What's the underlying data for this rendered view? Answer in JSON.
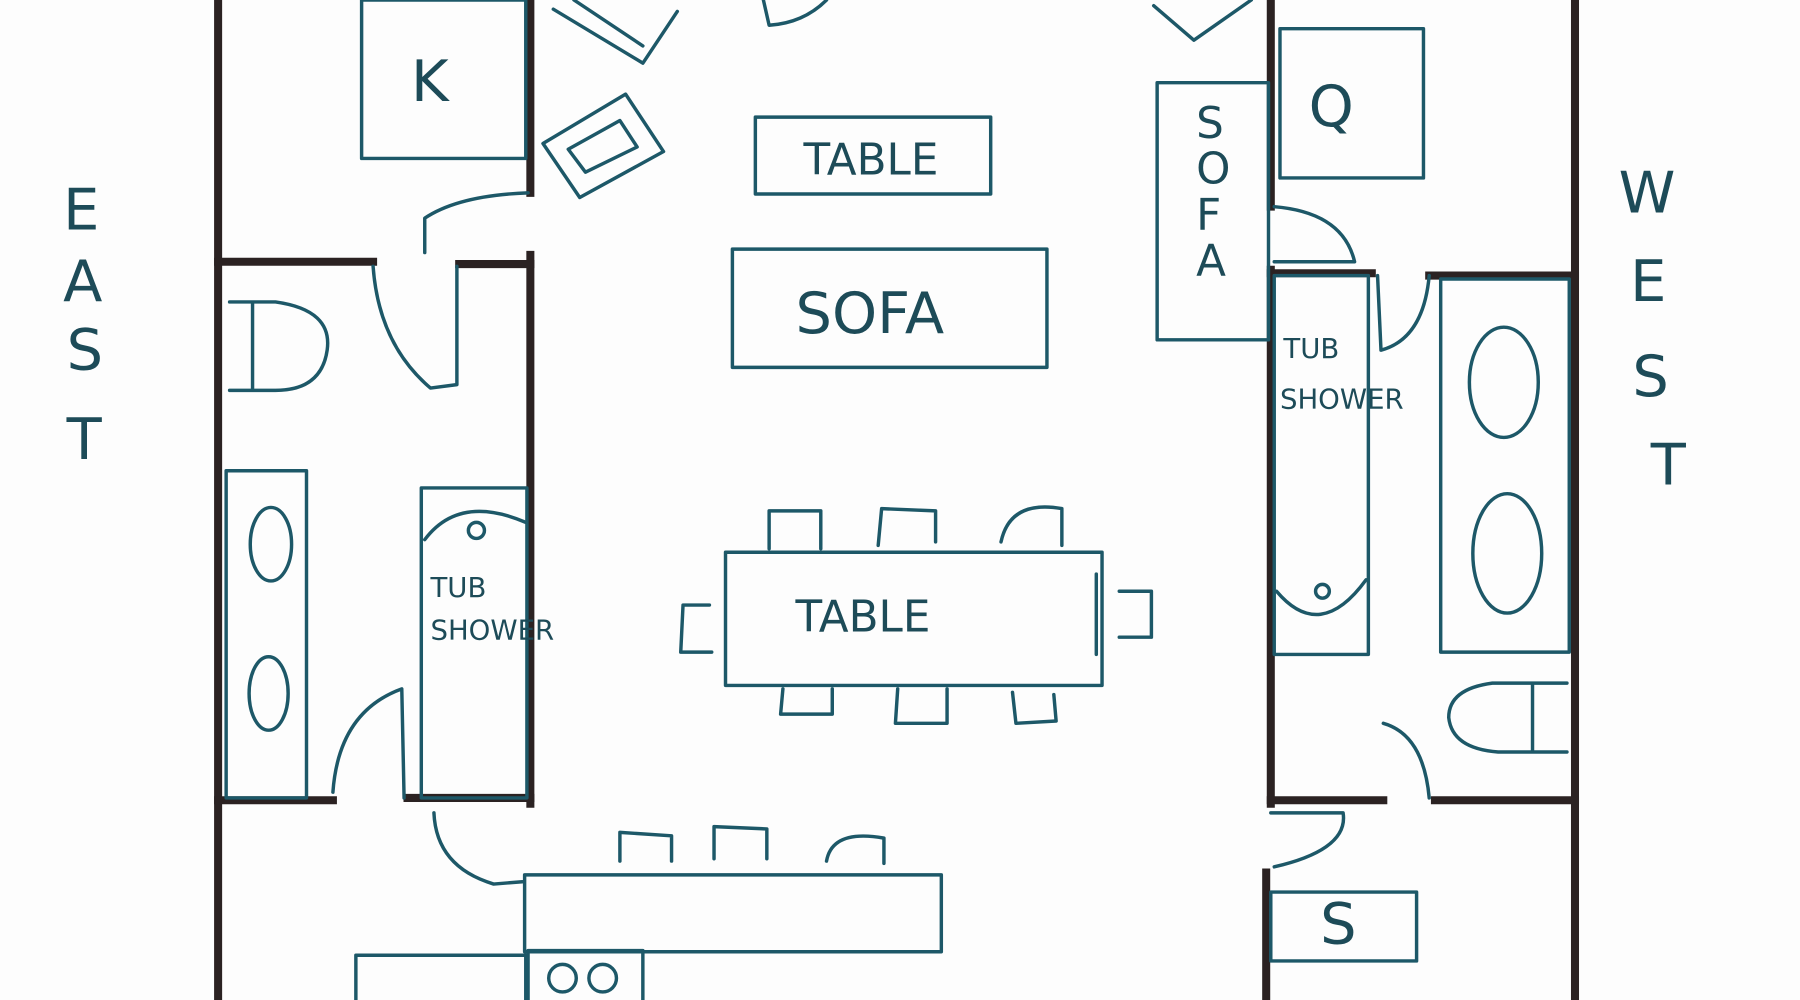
{
  "compass": {
    "east_letters": [
      "E",
      "A",
      "S",
      "T"
    ],
    "west_letters": [
      "W",
      "E",
      "S",
      "T"
    ]
  },
  "rooms": {
    "bed_k": "K",
    "bed_q": "Q",
    "bed_s": "S",
    "coffee_table": "TABLE",
    "main_sofa": "SOFA",
    "side_sofa_letters": [
      "S",
      "O",
      "F",
      "A"
    ],
    "dining_table": "TABLE",
    "left_bath_tub": [
      "TUB",
      "SHOWER"
    ],
    "right_bath_tub": [
      "TUB",
      "SHOWER"
    ]
  },
  "colors": {
    "ink": "#1d5868",
    "wall": "#2b2222",
    "paper": "#fdfdfd"
  }
}
